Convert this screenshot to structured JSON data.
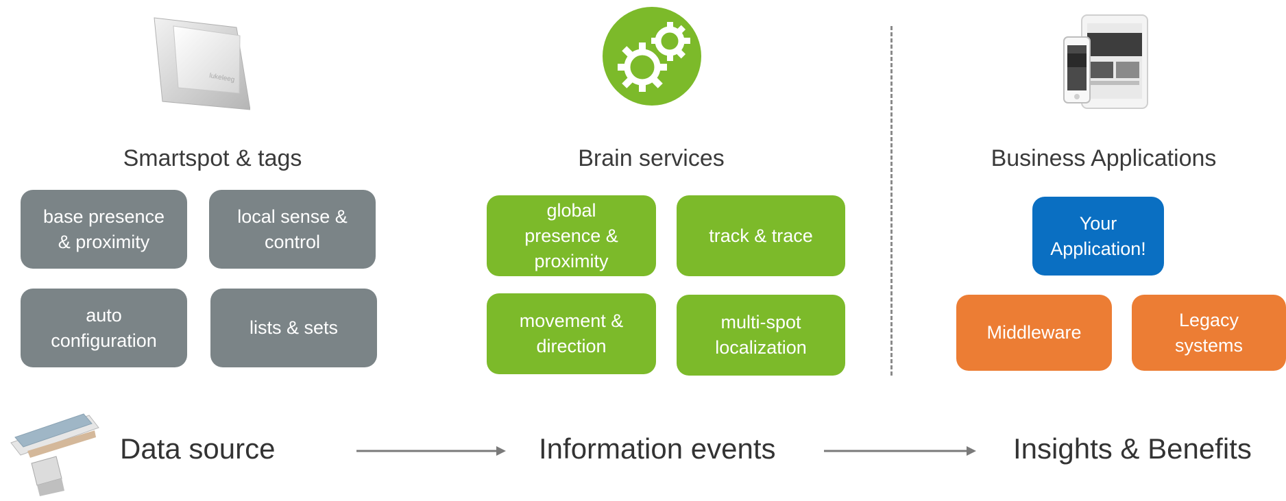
{
  "columns": {
    "smartspot": {
      "title": "Smartspot & tags",
      "boxes": [
        "base presence\n& proximity",
        "local sense &\ncontrol",
        "auto\nconfiguration",
        "lists & sets"
      ],
      "color": "#7b8487"
    },
    "brain": {
      "title": "Brain services",
      "boxes": [
        "global\npresence &\nproximity",
        "track & trace",
        "movement &\ndirection",
        "multi-spot\nlocalization"
      ],
      "color": "#7cba2a"
    },
    "business": {
      "title": "Business Applications",
      "app_box": "Your\nApplication!",
      "middleware": "Middleware",
      "legacy": "Legacy\nsystems",
      "colors": {
        "app": "#0a6fc2",
        "systems": "#ec7d34"
      }
    }
  },
  "flow": {
    "data_source": "Data source",
    "information_events": "Information events",
    "insights": "Insights & Benefits"
  },
  "icons": {
    "smartspot": "smartspot-device-icon",
    "brain": "gears-icon",
    "business": "tablet-phone-icon",
    "data_source": "device-stack-icon",
    "arrow": "right-arrow-icon"
  }
}
